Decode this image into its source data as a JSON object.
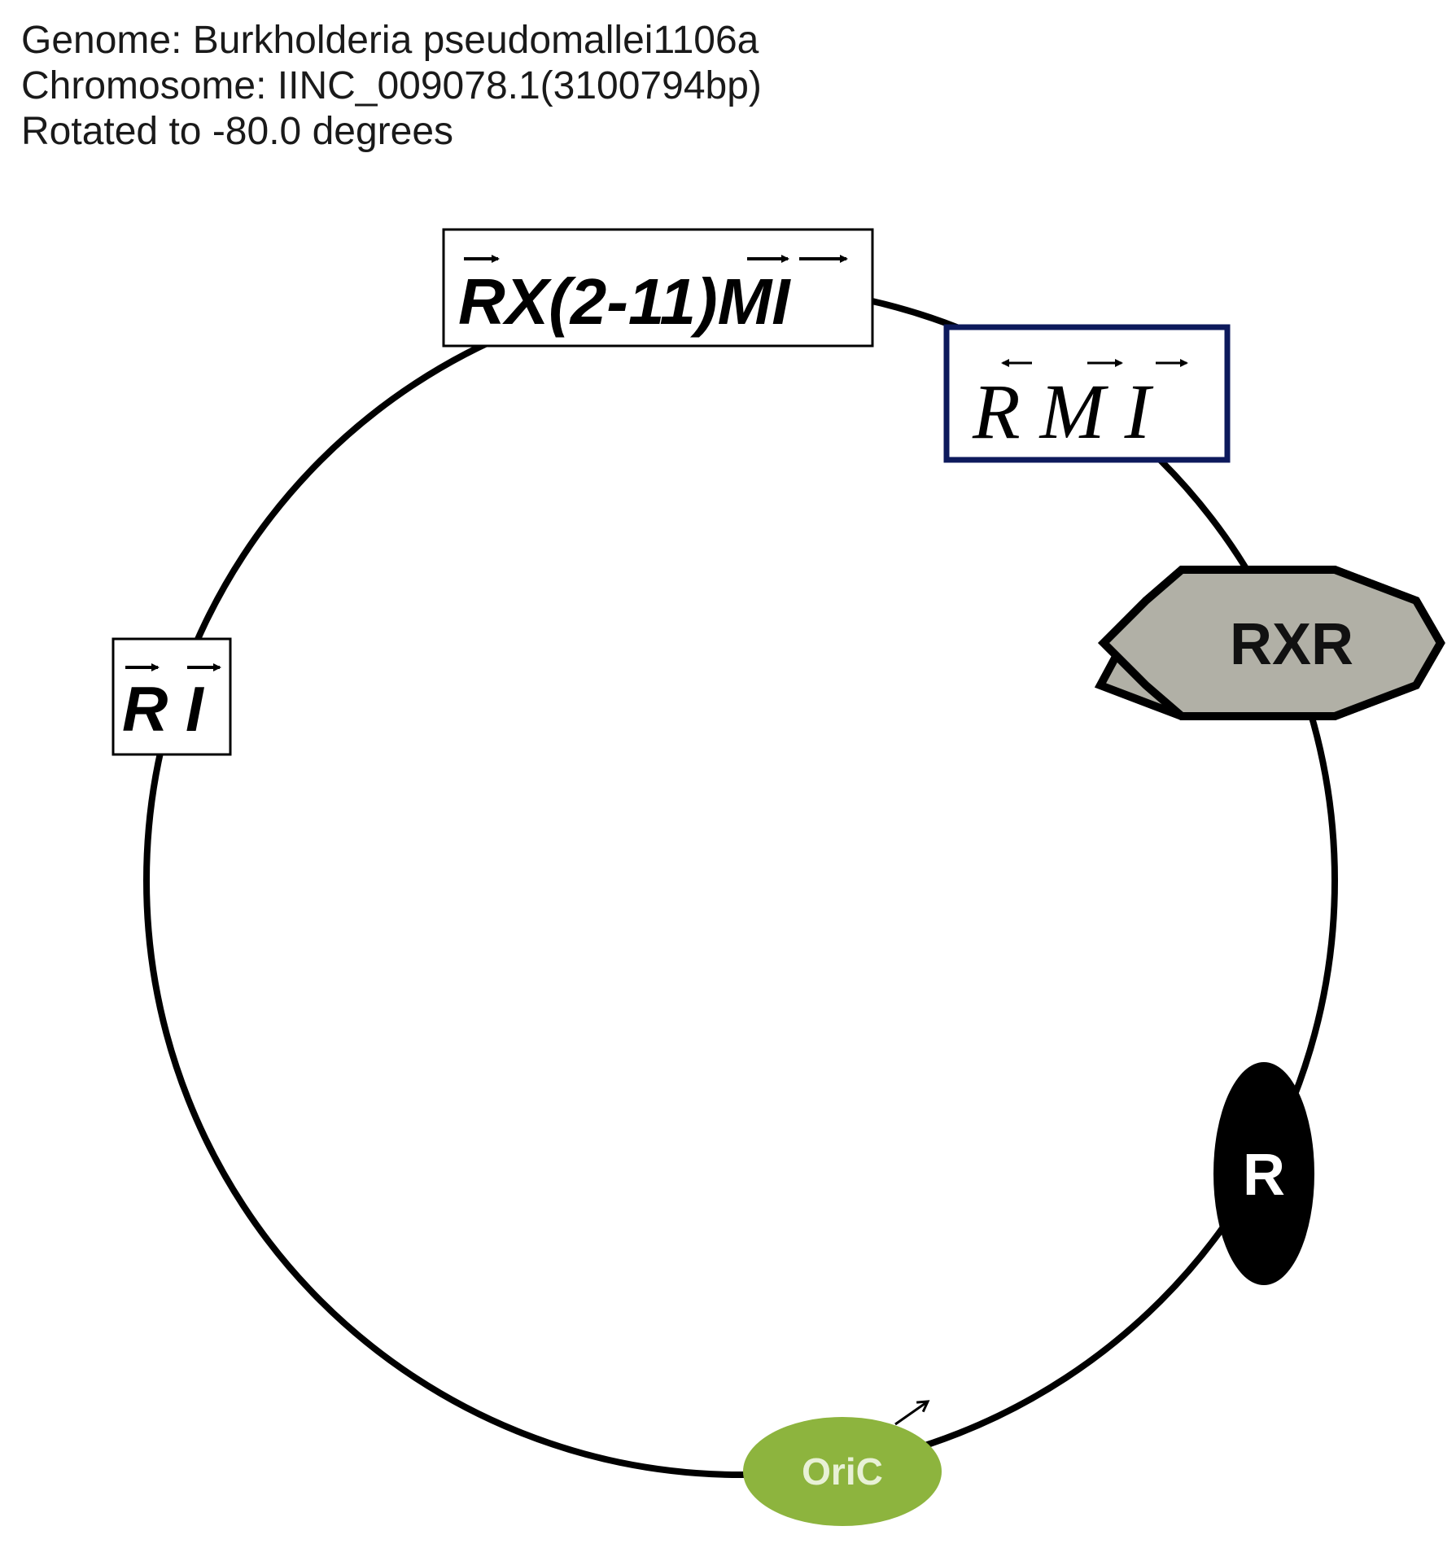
{
  "header": {
    "genome_line": "Genome: Burkholderia pseudomallei1106a",
    "chromosome_line": "Chromosome: IINC_009078.1(3100794bp)",
    "rotation_line": "Rotated to -80.0 degrees"
  },
  "features": {
    "rx_box": {
      "letters": [
        "R",
        "X(2-11)",
        "M",
        "I"
      ],
      "arrows": [
        "right",
        "none",
        "right",
        "right"
      ]
    },
    "rmi_box": {
      "letters": [
        "R",
        "M",
        "I"
      ],
      "arrows": [
        "left",
        "right",
        "right"
      ]
    },
    "ri_box": {
      "letters": [
        "R",
        "I"
      ],
      "arrows": [
        "right",
        "right"
      ]
    },
    "rxr_octagon": {
      "label": "RXR"
    },
    "r_ellipse": {
      "label": "R"
    },
    "oric": {
      "label": "OriC",
      "arrow": "right"
    }
  },
  "colors": {
    "circle": "#000000",
    "rmi_border": "#0d1a5c",
    "rxr_fill": "#b1b0a6",
    "r_fill": "#000000",
    "oric_fill": "#8db43e",
    "oric_text": "#e8f1d6"
  }
}
